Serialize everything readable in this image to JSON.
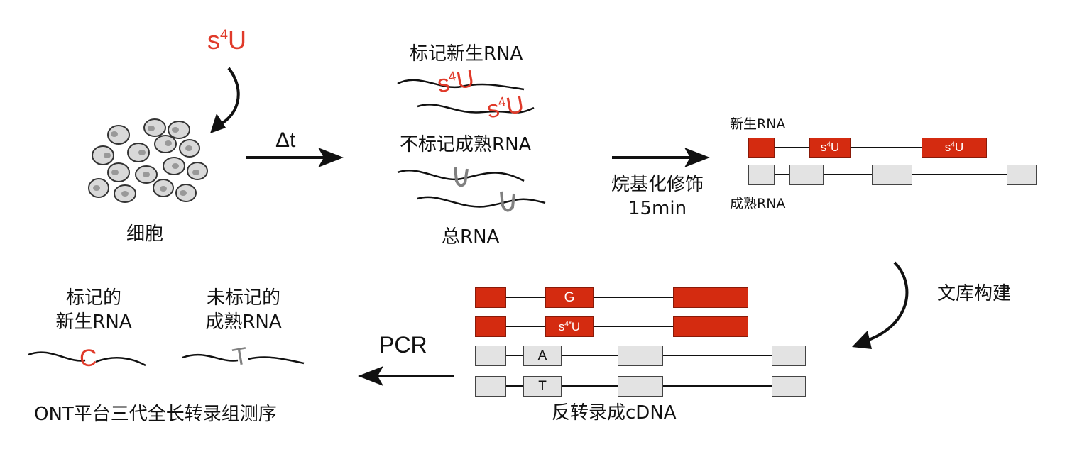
{
  "top": {
    "s4u_input": {
      "s": "s",
      "sup": "4",
      "u": "U"
    },
    "cells_label": "细胞",
    "delta_t": "Δt",
    "labeled_new_rna": "标记新生RNA",
    "unlabeled_mature_rna": "不标记成熟RNA",
    "total_rna": "总RNA",
    "alkylation_line1": "烷基化修饰",
    "alkylation_line2": "15min",
    "nascent_rna": "新生RNA",
    "mature_rna": "成熟RNA",
    "wave_label_1": {
      "s": "s",
      "sup": "4",
      "u": "U"
    },
    "wave_label_2": {
      "s": "s",
      "sup": "4",
      "u": "U"
    },
    "wave_u_1": "U",
    "wave_u_2": "U",
    "exon_mark_1": {
      "s": "s",
      "sup": "4",
      "u": "U"
    },
    "exon_mark_2": {
      "s": "s",
      "sup": "4",
      "u": "U"
    }
  },
  "bottom": {
    "library_build": "文库构建",
    "cdna_label": "反转录成cDNA",
    "pcr": "PCR",
    "labeled_new_line1": "标记的",
    "labeled_new_line2": "新生RNA",
    "unlabeled_mature_line1": "未标记的",
    "unlabeled_mature_line2": "成熟RNA",
    "ont_label": "ONT平台三代全长转录组测序",
    "cdna_boxes": {
      "g": "G",
      "s4u": {
        "s": "s",
        "sup": "4",
        "star": "*",
        "u": "U"
      },
      "a": "A",
      "t": "T"
    },
    "read_c": "C",
    "read_t": "T"
  },
  "colors": {
    "red": "#d42b10",
    "label_red": "#e03a2a",
    "gray_box": "#e3e3e3",
    "gray_u": "#808080"
  }
}
